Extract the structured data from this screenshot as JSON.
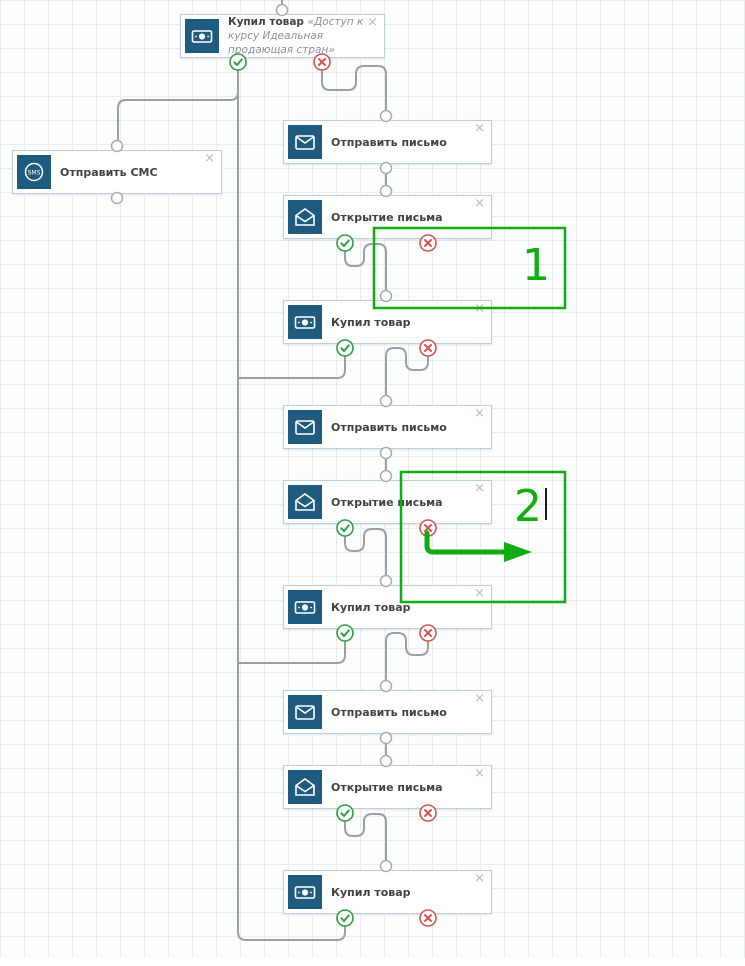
{
  "ui": {
    "close_glyph": "×"
  },
  "colors": {
    "icon_bg": "#1e5b7e",
    "node_border": "#bccfda",
    "wire": "#9aa1a6",
    "port_ok": "#2f9e44",
    "port_fail": "#d9534f",
    "annotation_green": "#10ac10",
    "grid": "#e9edf0"
  },
  "annotations": {
    "step1_label": "1",
    "step2_label": "2"
  },
  "icons": {
    "sms_text": "SMS"
  },
  "nodes": [
    {
      "id": "purchase-top",
      "icon": "money-icon",
      "label_bold": "Купил товар",
      "label_detail": "«Доступ к курсу Идеальная продающая стран»"
    },
    {
      "id": "send-sms",
      "icon": "sms-icon",
      "label": "Отправить СМС"
    },
    {
      "id": "send-email-1",
      "icon": "mail-icon",
      "label": "Отправить письмо"
    },
    {
      "id": "email-open-1",
      "icon": "open-mail-icon",
      "label": "Открытие письма"
    },
    {
      "id": "purchase-1",
      "icon": "money-icon",
      "label": "Купил товар"
    },
    {
      "id": "send-email-2",
      "icon": "mail-icon",
      "label": "Отправить письмо"
    },
    {
      "id": "email-open-2",
      "icon": "open-mail-icon",
      "label": "Открытие письма"
    },
    {
      "id": "purchase-2",
      "icon": "money-icon",
      "label": "Купил товар"
    },
    {
      "id": "send-email-3",
      "icon": "mail-icon",
      "label": "Отправить письмо"
    },
    {
      "id": "email-open-3",
      "icon": "open-mail-icon",
      "label": "Открытие письма"
    },
    {
      "id": "purchase-3",
      "icon": "money-icon",
      "label": "Купил товар"
    }
  ]
}
